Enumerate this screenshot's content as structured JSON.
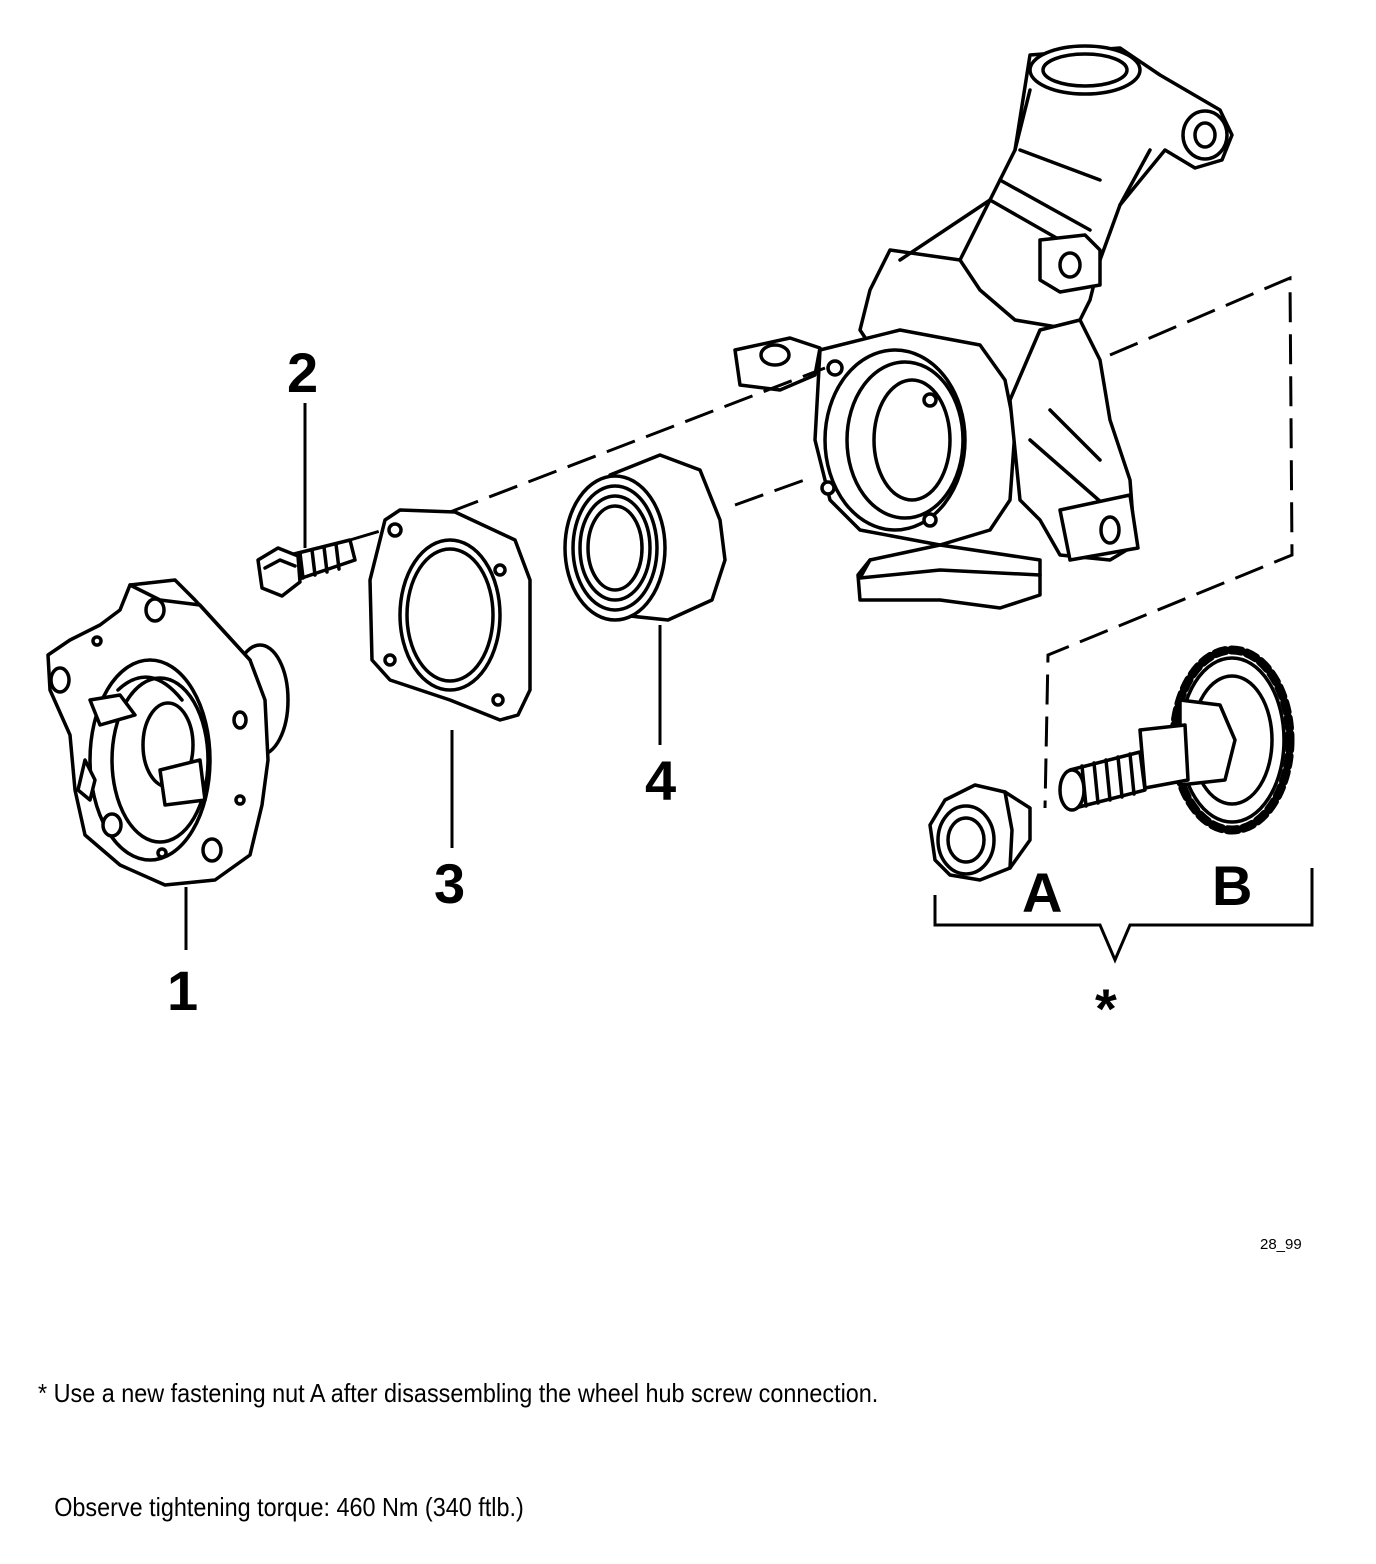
{
  "callouts": {
    "part1": "1",
    "part2": "2",
    "part3": "3",
    "part4": "4",
    "partA": "A",
    "partB": "B",
    "asterisk": "*"
  },
  "figure_ref": "28_99",
  "footnote": {
    "line1": "* Use a new fastening nut A after disassembling the wheel hub screw connection.",
    "line2": "Observe tightening torque: 460 Nm (340 ftlb.)"
  },
  "parts": [
    "wheel-hub",
    "bolt",
    "cover-plate",
    "wheel-bearing",
    "wheel-bearing-housing",
    "fastening-nut",
    "drive-shaft-stub"
  ]
}
